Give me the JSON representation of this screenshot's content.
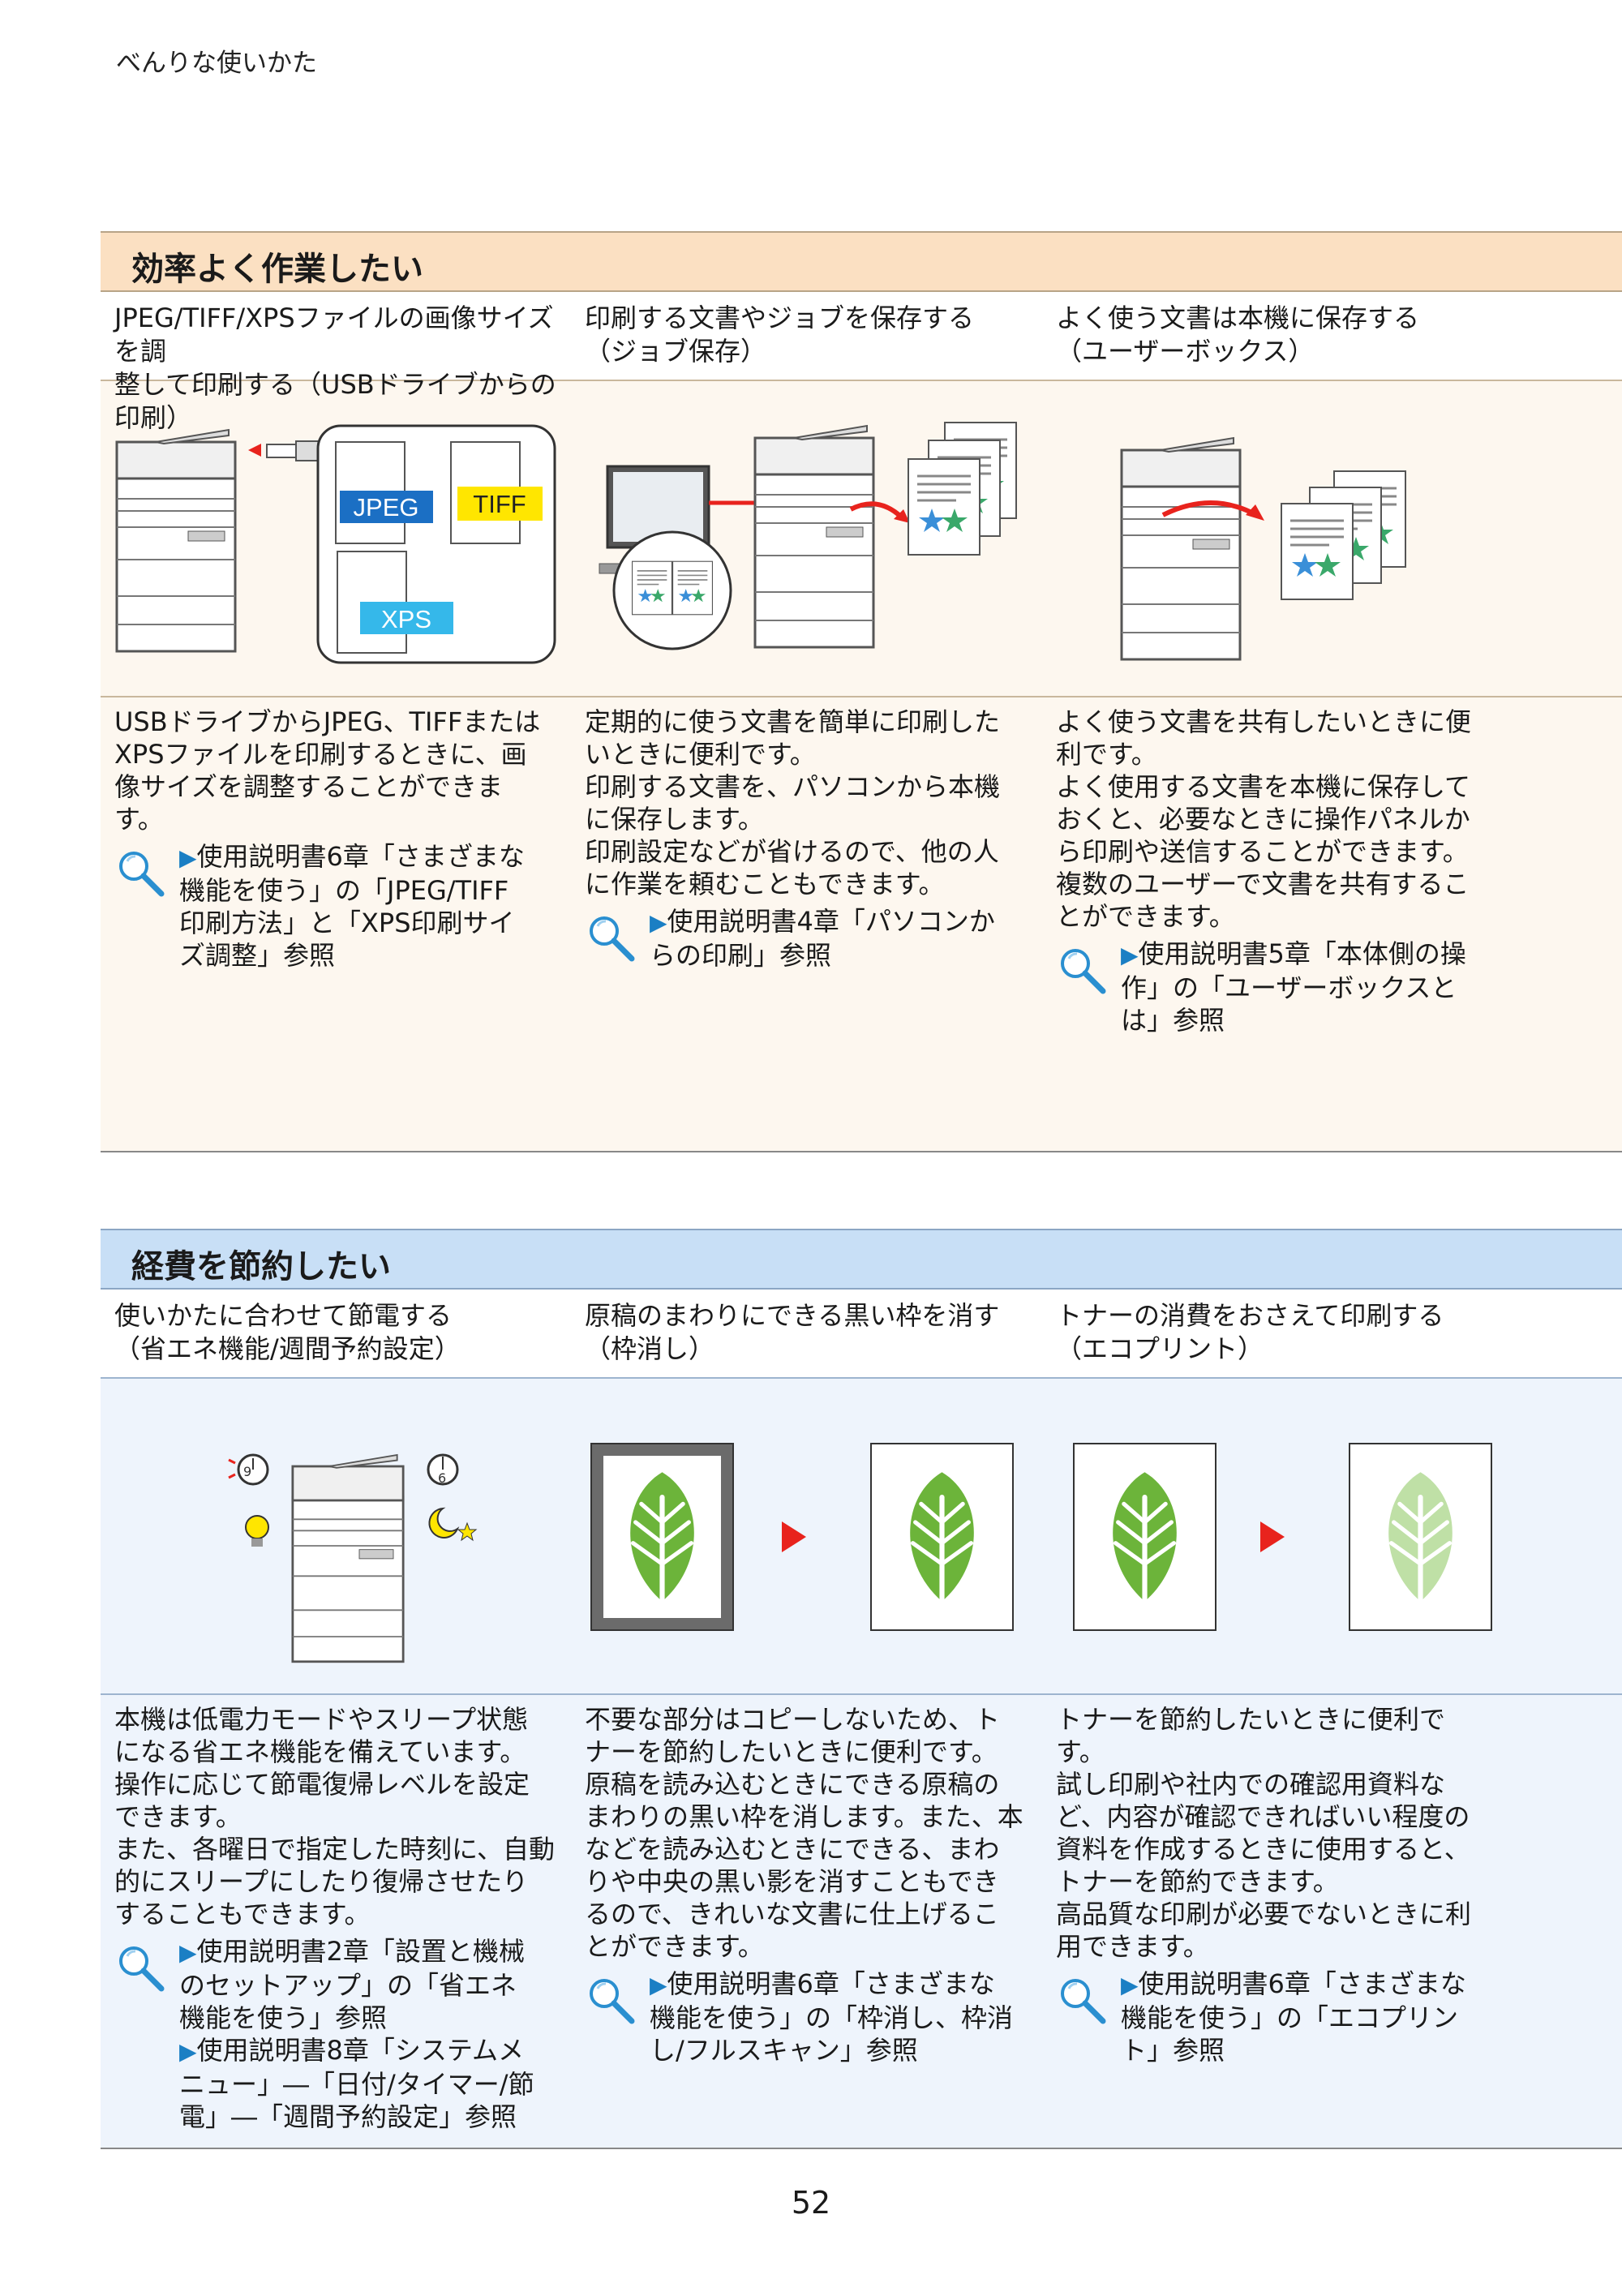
{
  "header": "べんりな使いかた",
  "section1": {
    "title": "効率よく作業したい",
    "cols": [
      {
        "head": [
          "JPEG/TIFF/XPSファイルの画像サイズを調",
          "整して印刷する（USBドライブからの印刷）"
        ],
        "labels": {
          "jpeg": "JPEG",
          "tiff": "TIFF",
          "xps": "XPS"
        },
        "desc": [
          "USBドライブからJPEG、TIFFまたは",
          "XPSファイルを印刷するときに、画",
          "像サイズを調整することができま",
          "す。"
        ],
        "ref": [
          "使用説明書6章「さまざまな",
          "機能を使う」の「JPEG/TIFF",
          "印刷方法」と「XPS印刷サイ",
          "ズ調整」参照"
        ]
      },
      {
        "head": [
          "印刷する文書やジョブを保存する",
          "（ジョブ保存）"
        ],
        "desc": [
          "定期的に使う文書を簡単に印刷した",
          "いときに便利です。",
          "印刷する文書を、パソコンから本機",
          "に保存します。",
          "印刷設定などが省けるので、他の人",
          "に作業を頼むこともできます。"
        ],
        "ref": [
          "使用説明書4章「パソコンか",
          "らの印刷」参照"
        ]
      },
      {
        "head": [
          "よく使う文書は本機に保存する",
          "（ユーザーボックス）"
        ],
        "desc": [
          "よく使う文書を共有したいときに便",
          "利です。",
          "よく使用する文書を本機に保存して",
          "おくと、必要なときに操作パネルか",
          "ら印刷や送信することができます。",
          "複数のユーザーで文書を共有するこ",
          "とができます。"
        ],
        "ref": [
          "使用説明書5章「本体側の操",
          "作」の「ユーザーボックスと",
          "は」参照"
        ]
      }
    ]
  },
  "section2": {
    "title": "経費を節約したい",
    "cols": [
      {
        "head": [
          "使いかたに合わせて節電する",
          "（省エネ機能/週間予約設定）"
        ],
        "clock_labels": {
          "left": "9",
          "right": "6"
        },
        "desc": [
          "本機は低電力モードやスリープ状態",
          "になる省エネ機能を備えています。",
          "操作に応じて節電復帰レベルを設定",
          "できます。",
          "また、各曜日で指定した時刻に、自動",
          "的にスリープにしたり復帰させたり",
          "することもできます。"
        ],
        "ref": [
          "使用説明書2章「設置と機械",
          "のセットアップ」の「省エネ",
          "機能を使う」参照"
        ],
        "ref2": [
          "使用説明書8章「システムメ",
          "ニュー」―「日付/タイマー/節",
          "電」―「週間予約設定」参照"
        ]
      },
      {
        "head": [
          "原稿のまわりにできる黒い枠を消す",
          "（枠消し）"
        ],
        "desc": [
          "不要な部分はコピーしないため、ト",
          "ナーを節約したいときに便利です。",
          "原稿を読み込むときにできる原稿の",
          "まわりの黒い枠を消します。また、本",
          "などを読み込むときにできる、まわ",
          "りや中央の黒い影を消すこともでき",
          "るので、きれいな文書に仕上げるこ",
          "とができます。"
        ],
        "ref": [
          "使用説明書6章「さまざまな",
          "機能を使う」の「枠消し、枠消",
          "し/フルスキャン」参照"
        ]
      },
      {
        "head": [
          "トナーの消費をおさえて印刷する",
          "（エコプリント）"
        ],
        "desc": [
          "トナーを節約したいときに便利で",
          "す。",
          "試し印刷や社内での確認用資料な",
          "ど、内容が確認できればいい程度の",
          "資料を作成するときに使用すると、",
          "トナーを節約できます。",
          "高品質な印刷が必要でないときに利",
          "用できます。"
        ],
        "ref": [
          "使用説明書6章「さまざまな",
          "機能を使う」の「エコプリン",
          "ト」参照"
        ]
      }
    ]
  },
  "page_number": "52",
  "colors": {
    "accent_blue": "#1b7fc4",
    "sec1_title_bg": "#fbe0c2",
    "sec2_title_bg": "#c8dff6",
    "arrow_red": "#e8231d",
    "leaf_green": "#6cb43a"
  }
}
